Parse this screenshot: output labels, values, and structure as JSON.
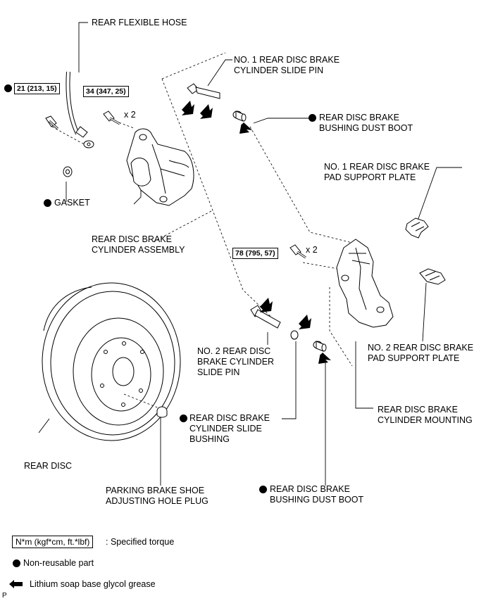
{
  "labels": {
    "rear_flexible_hose": "REAR FLEXIBLE HOSE",
    "no1_slide_pin": "NO. 1 REAR DISC BRAKE\nCYLINDER SLIDE PIN",
    "bushing_dust_boot_top": "REAR DISC BRAKE\nBUSHING DUST BOOT",
    "no1_pad_support_plate": "NO. 1 REAR DISC BRAKE\nPAD SUPPORT PLATE",
    "gasket": "GASKET",
    "cylinder_assembly": "REAR DISC BRAKE\nCYLINDER ASSEMBLY",
    "no2_slide_pin": "NO. 2 REAR DISC\nBRAKE CYLINDER\nSLIDE PIN",
    "no2_pad_support_plate": "NO. 2 REAR DISC BRAKE\nPAD SUPPORT PLATE",
    "cylinder_slide_bushing": "REAR DISC BRAKE\nCYLINDER SLIDE\nBUSHING",
    "cylinder_mounting": "REAR DISC BRAKE\nCYLINDER MOUNTING",
    "rear_disc": "REAR DISC",
    "parking_brake_plug": "PARKING BRAKE SHOE\nADJUSTING HOLE PLUG",
    "bushing_dust_boot_bottom": "REAR DISC BRAKE\nBUSHING DUST BOOT"
  },
  "torques": {
    "t1": "21 (213, 15)",
    "t2": "34 (347, 25)",
    "t3": "78 (795, 57)"
  },
  "multipliers": {
    "m1": "x 2",
    "m2": "x 2"
  },
  "legend": {
    "torque_box": "N*m (kgf*cm, ft.*lbf)",
    "torque_text": ": Specified torque",
    "nonreusable_text": "Non-reusable part",
    "grease_text": "Lithium soap base glycol grease",
    "corner_letter": "P"
  },
  "colors": {
    "ink": "#000000",
    "paper": "#ffffff"
  }
}
